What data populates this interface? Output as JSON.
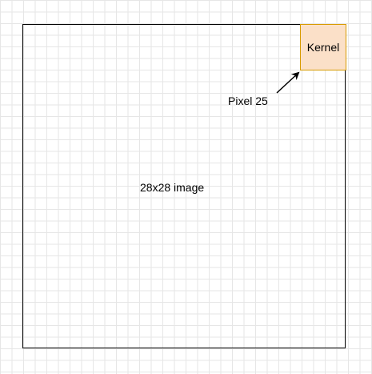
{
  "diagram": {
    "image_label": "28x28 image",
    "kernel_label": "Kernel",
    "pixel_label": "Pixel 25",
    "colors": {
      "kernel_fill": "#fbe0c8",
      "kernel_stroke": "#d79b00",
      "grid": "#e6e6e6",
      "outline": "#000000"
    }
  }
}
